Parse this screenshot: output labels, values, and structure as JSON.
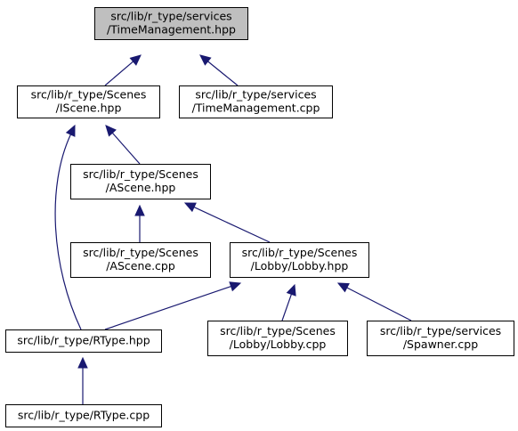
{
  "colors": {
    "edge": "#191970",
    "node_border": "#000000",
    "node_fill": "#ffffff",
    "highlight_fill": "#bfbfbf",
    "text": "#000000"
  },
  "nodes": [
    {
      "id": "timemgmt_hpp",
      "lines": [
        "src/lib/r_type/services",
        "/TimeManagement.hpp"
      ],
      "highlighted": true
    },
    {
      "id": "iscene_hpp",
      "lines": [
        "src/lib/r_type/Scenes",
        "/IScene.hpp"
      ],
      "highlighted": false
    },
    {
      "id": "timemgmt_cpp",
      "lines": [
        "src/lib/r_type/services",
        "/TimeManagement.cpp"
      ],
      "highlighted": false
    },
    {
      "id": "ascene_hpp",
      "lines": [
        "src/lib/r_type/Scenes",
        "/AScene.hpp"
      ],
      "highlighted": false
    },
    {
      "id": "ascene_cpp",
      "lines": [
        "src/lib/r_type/Scenes",
        "/AScene.cpp"
      ],
      "highlighted": false
    },
    {
      "id": "lobby_hpp",
      "lines": [
        "src/lib/r_type/Scenes",
        "/Lobby/Lobby.hpp"
      ],
      "highlighted": false
    },
    {
      "id": "rtype_hpp",
      "lines": [
        "src/lib/r_type/RType.hpp"
      ],
      "highlighted": false
    },
    {
      "id": "lobby_cpp",
      "lines": [
        "src/lib/r_type/Scenes",
        "/Lobby/Lobby.cpp"
      ],
      "highlighted": false
    },
    {
      "id": "spawner_cpp",
      "lines": [
        "src/lib/r_type/services",
        "/Spawner.cpp"
      ],
      "highlighted": false
    },
    {
      "id": "rtype_cpp",
      "lines": [
        "src/lib/r_type/RType.cpp"
      ],
      "highlighted": false
    }
  ],
  "edges": [
    {
      "from": "iscene_hpp",
      "to": "timemgmt_hpp"
    },
    {
      "from": "timemgmt_cpp",
      "to": "timemgmt_hpp"
    },
    {
      "from": "ascene_hpp",
      "to": "iscene_hpp"
    },
    {
      "from": "rtype_hpp",
      "to": "iscene_hpp"
    },
    {
      "from": "ascene_cpp",
      "to": "ascene_hpp"
    },
    {
      "from": "lobby_hpp",
      "to": "ascene_hpp"
    },
    {
      "from": "rtype_hpp",
      "to": "lobby_hpp"
    },
    {
      "from": "lobby_cpp",
      "to": "lobby_hpp"
    },
    {
      "from": "spawner_cpp",
      "to": "lobby_hpp"
    },
    {
      "from": "rtype_cpp",
      "to": "rtype_hpp"
    }
  ]
}
